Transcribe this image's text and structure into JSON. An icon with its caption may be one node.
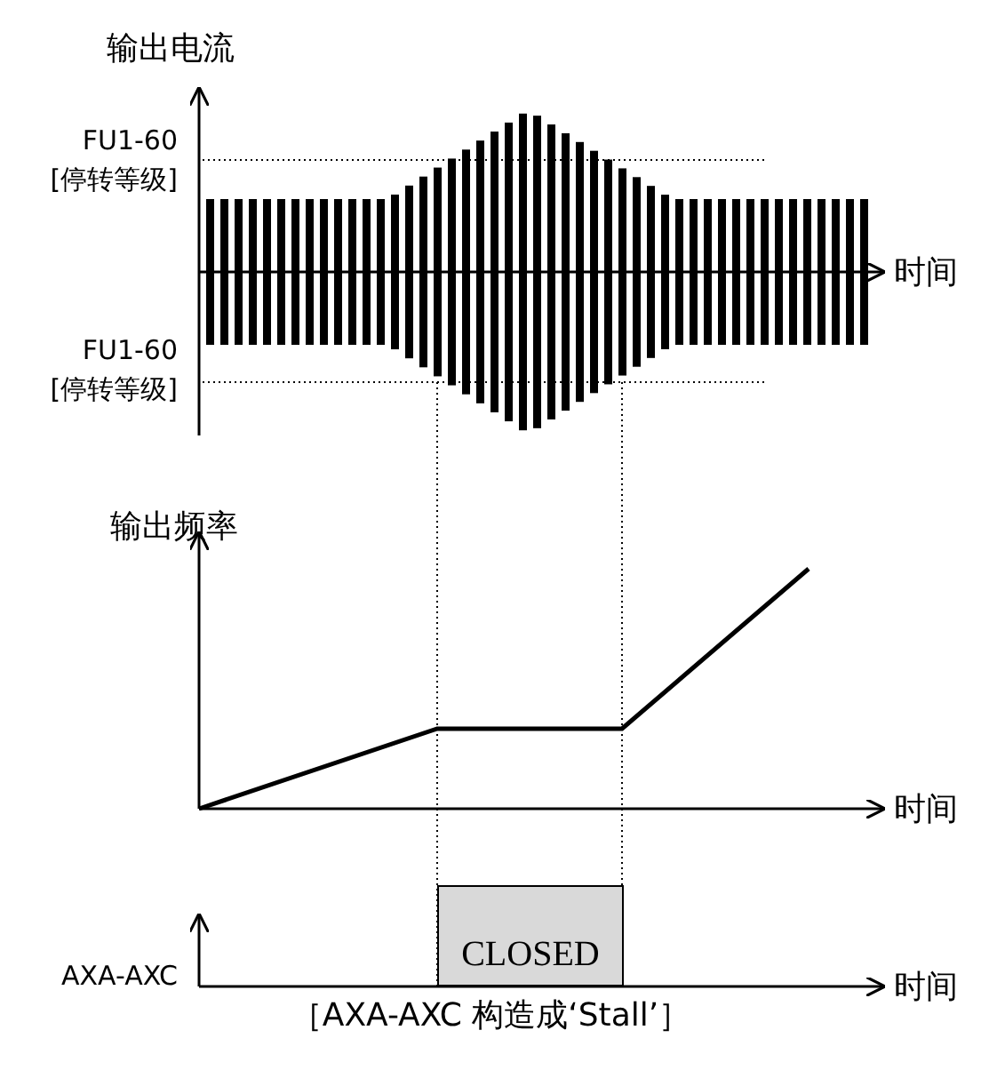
{
  "diagram": {
    "caption": "［AXA-AXC 构造成‘Stall’］",
    "nodes": [
      {
        "text": [
          "CLOSED"
        ]
      }
    ],
    "edges": [],
    "labels": [
      "输出电流",
      "FU1-60",
      "[停转等级]",
      "时间",
      "FU1-60",
      "[停转等级]",
      "输出频率",
      "时间",
      "AXA-AXC",
      "时间"
    ]
  }
}
